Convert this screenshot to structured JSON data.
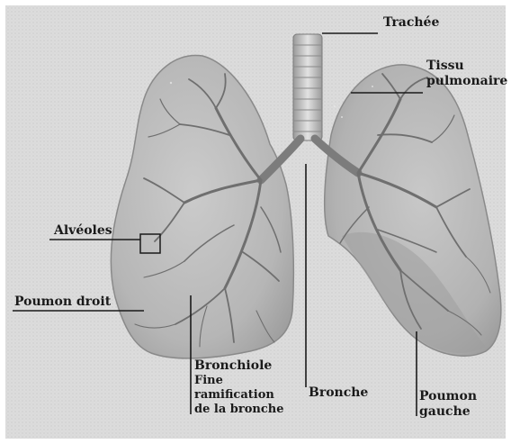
{
  "labels": {
    "trachee": "Trachée",
    "tissu_line1": "Tissu",
    "tissu_line2": "pulmonaire",
    "alveoles": "Alvéoles",
    "poumon_droit": "Poumon droit",
    "bronchiole": "Bronchiole",
    "fine_line1": "Fine",
    "fine_line2": "ramification",
    "fine_line3": "de la bronche",
    "bronche": "Bronche",
    "poumon_gauche_line1": "Poumon",
    "poumon_gauche_line2": "gauche"
  },
  "colors": {
    "background": "#d8d8d8",
    "lung_fill": "#b9b9b9",
    "lung_edge": "#8a8a8a",
    "bronchi": "#6f6f6f",
    "trachea": "#c8c8c8",
    "leader_line": "#1a1a1a",
    "text": "#1a1a1a"
  }
}
